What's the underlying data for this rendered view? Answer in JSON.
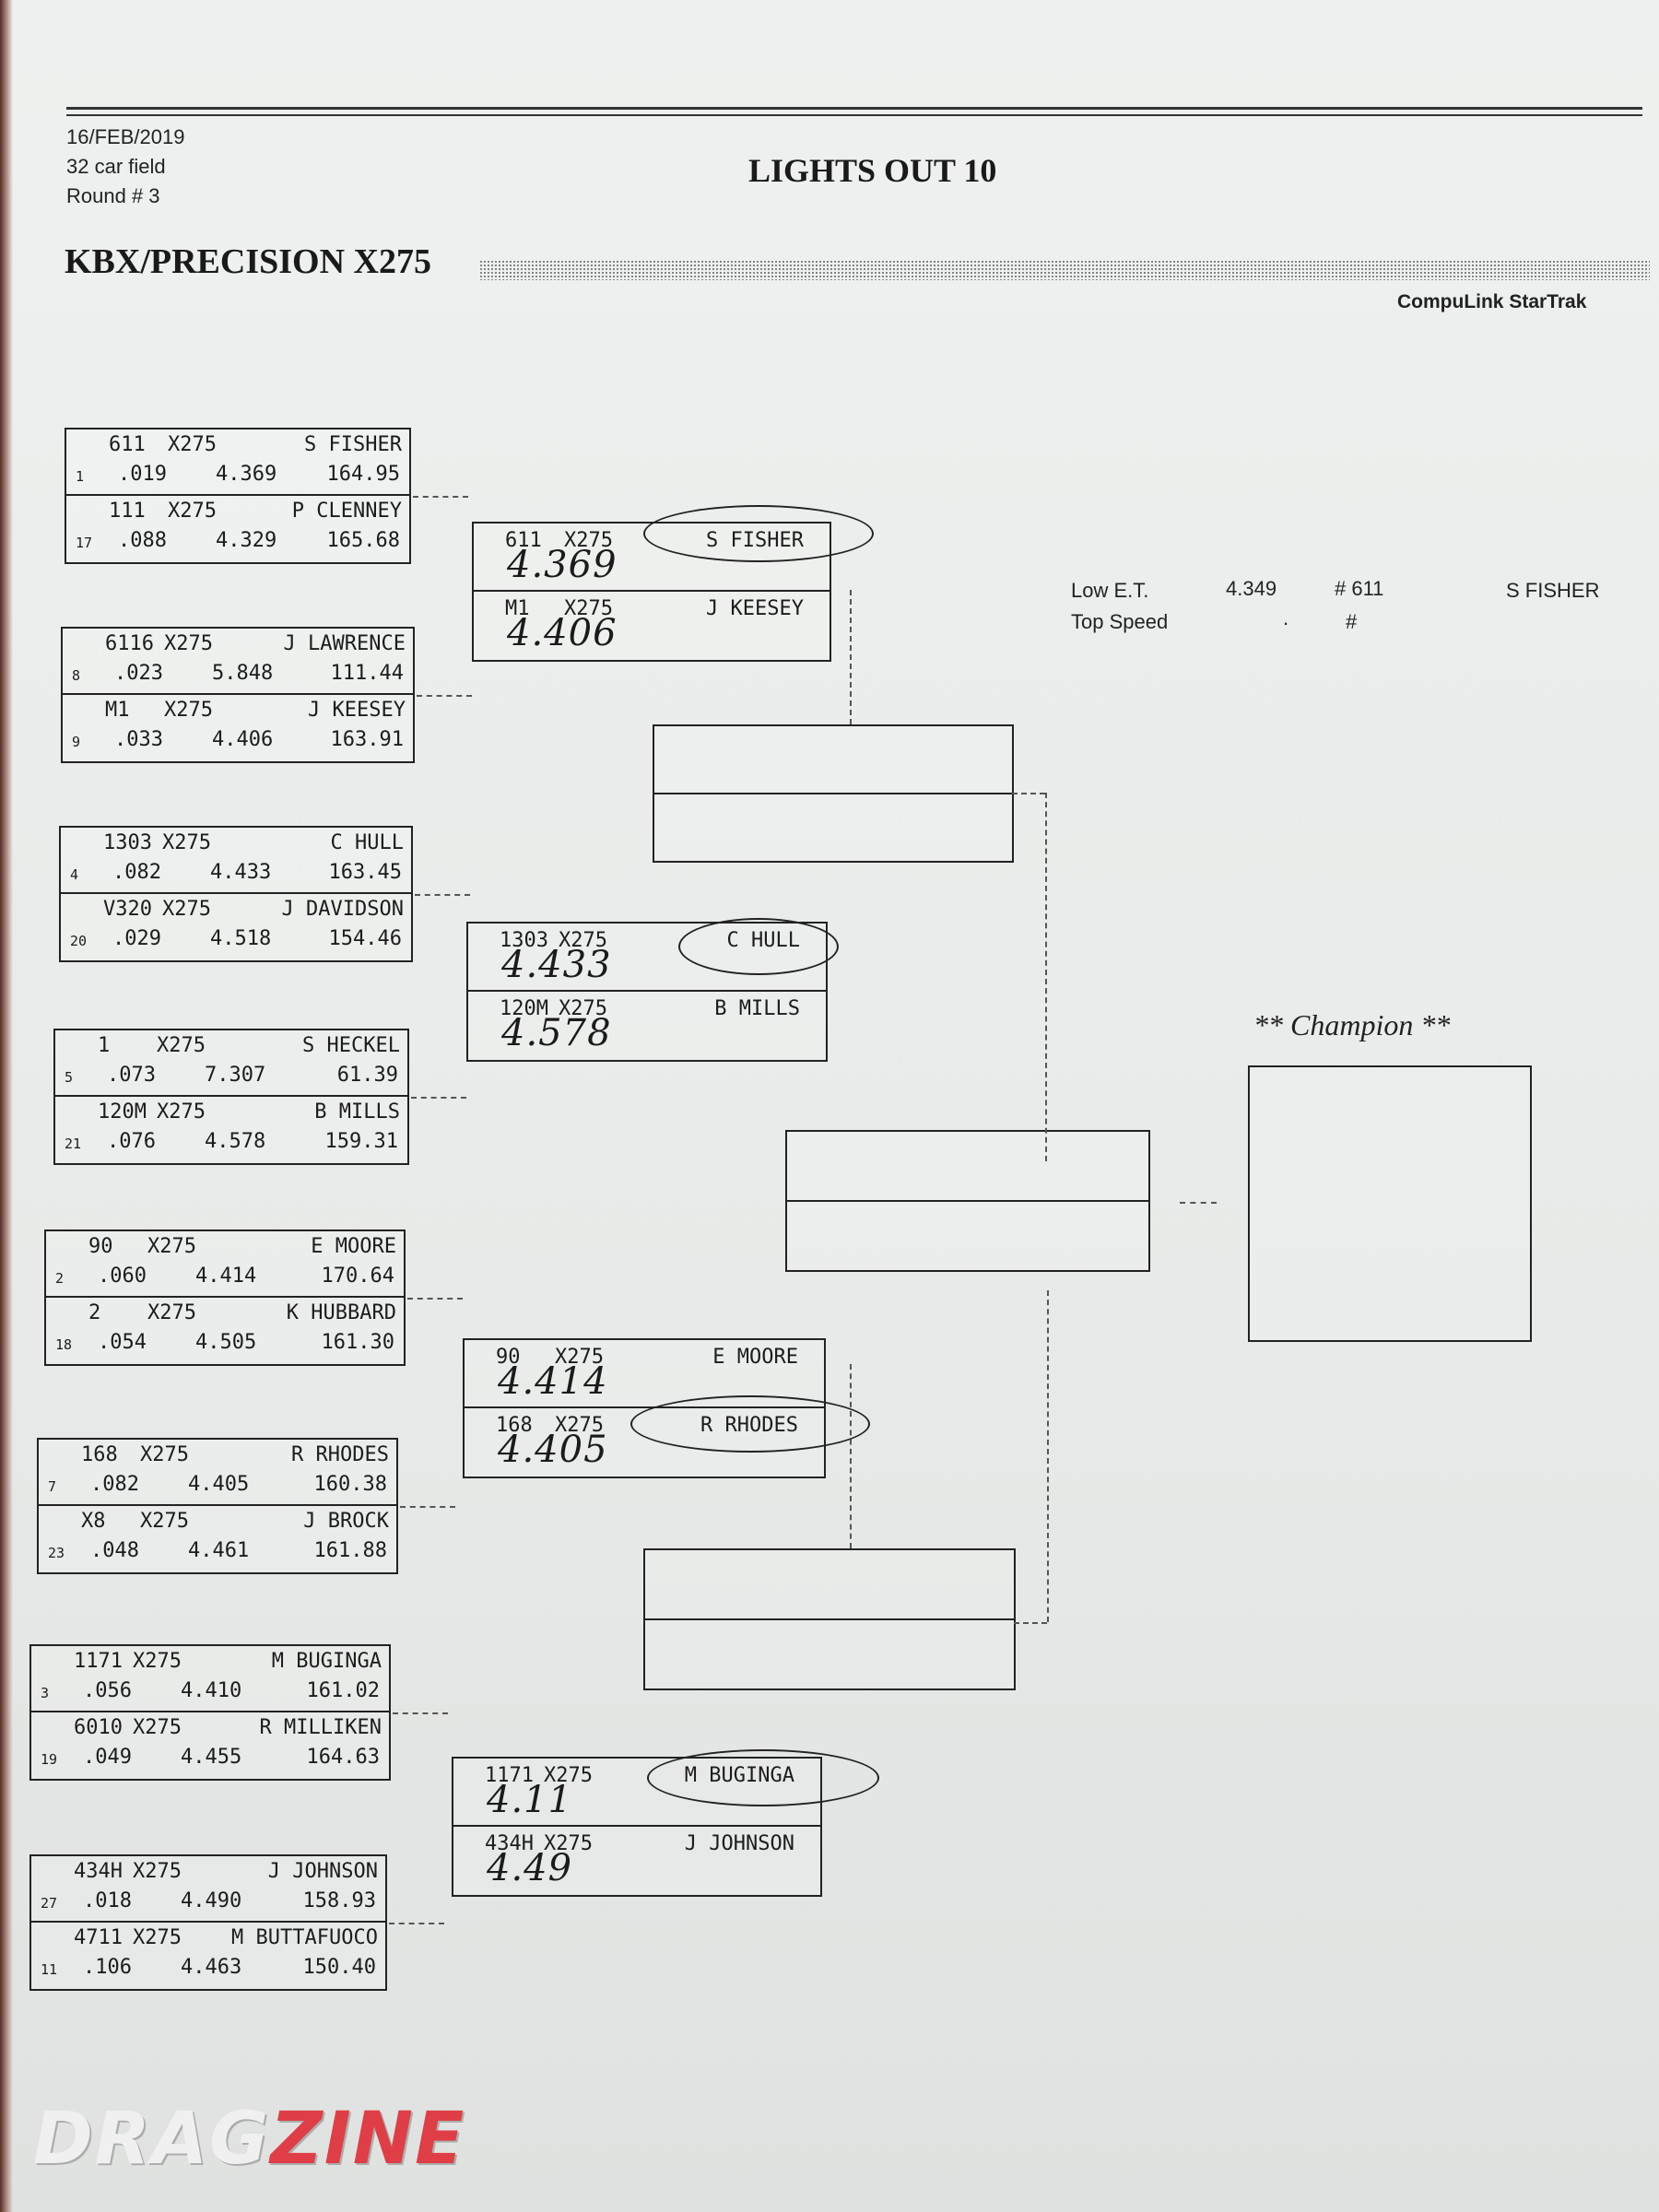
{
  "header": {
    "date": "16/FEB/2019",
    "field": "32 car field",
    "round": "Round # 3",
    "event_title": "LIGHTS OUT 10",
    "class_title": "KBX/PRECISION X275",
    "system": "CompuLink StarTrak"
  },
  "first_round": [
    {
      "top": {
        "car": "611",
        "class": "X275",
        "driver": "S FISHER",
        "seed": "1",
        "rt": ".019",
        "et": "4.369",
        "mph": "164.95"
      },
      "bottom": {
        "car": "111",
        "class": "X275",
        "driver": "P CLENNEY",
        "seed": "17",
        "rt": ".088",
        "et": "4.329",
        "mph": "165.68"
      }
    },
    {
      "top": {
        "car": "6116",
        "class": "X275",
        "driver": "J LAWRENCE",
        "seed": "8",
        "rt": ".023",
        "et": "5.848",
        "mph": "111.44"
      },
      "bottom": {
        "car": "M1",
        "class": "X275",
        "driver": "J KEESEY",
        "seed": "9",
        "rt": ".033",
        "et": "4.406",
        "mph": "163.91"
      }
    },
    {
      "top": {
        "car": "1303",
        "class": "X275",
        "driver": "C HULL",
        "seed": "4",
        "rt": ".082",
        "et": "4.433",
        "mph": "163.45"
      },
      "bottom": {
        "car": "V320",
        "class": "X275",
        "driver": "J DAVIDSON",
        "seed": "20",
        "rt": ".029",
        "et": "4.518",
        "mph": "154.46"
      }
    },
    {
      "top": {
        "car": "1",
        "class": "X275",
        "driver": "S HECKEL",
        "seed": "5",
        "rt": ".073",
        "et": "7.307",
        "mph": "61.39"
      },
      "bottom": {
        "car": "120M",
        "class": "X275",
        "driver": "B MILLS",
        "seed": "21",
        "rt": ".076",
        "et": "4.578",
        "mph": "159.31"
      }
    },
    {
      "top": {
        "car": "90",
        "class": "X275",
        "driver": "E MOORE",
        "seed": "2",
        "rt": ".060",
        "et": "4.414",
        "mph": "170.64"
      },
      "bottom": {
        "car": "2",
        "class": "X275",
        "driver": "K HUBBARD",
        "seed": "18",
        "rt": ".054",
        "et": "4.505",
        "mph": "161.30"
      }
    },
    {
      "top": {
        "car": "168",
        "class": "X275",
        "driver": "R RHODES",
        "seed": "7",
        "rt": ".082",
        "et": "4.405",
        "mph": "160.38"
      },
      "bottom": {
        "car": "X8",
        "class": "X275",
        "driver": "J BROCK",
        "seed": "23",
        "rt": ".048",
        "et": "4.461",
        "mph": "161.88"
      }
    },
    {
      "top": {
        "car": "1171",
        "class": "X275",
        "driver": "M BUGINGA",
        "seed": "3",
        "rt": ".056",
        "et": "4.410",
        "mph": "161.02"
      },
      "bottom": {
        "car": "6010",
        "class": "X275",
        "driver": "R MILLIKEN",
        "seed": "19",
        "rt": ".049",
        "et": "4.455",
        "mph": "164.63"
      }
    },
    {
      "top": {
        "car": "434H",
        "class": "X275",
        "driver": "J JOHNSON",
        "seed": "27",
        "rt": ".018",
        "et": "4.490",
        "mph": "158.93"
      },
      "bottom": {
        "car": "4711",
        "class": "X275",
        "driver": "M BUTTAFUOCO",
        "seed": "11",
        "rt": ".106",
        "et": "4.463",
        "mph": "150.40"
      }
    }
  ],
  "quarterfinals": [
    {
      "top": {
        "car": "611",
        "class": "X275",
        "driver": "S FISHER",
        "hand": "4.369"
      },
      "bottom": {
        "car": "M1",
        "class": "X275",
        "driver": "J KEESEY",
        "hand": "4.406"
      }
    },
    {
      "top": {
        "car": "1303",
        "class": "X275",
        "driver": "C HULL",
        "hand": "4.433"
      },
      "bottom": {
        "car": "120M",
        "class": "X275",
        "driver": "B MILLS",
        "hand": "4.578"
      }
    },
    {
      "top": {
        "car": "90",
        "class": "X275",
        "driver": "E MOORE",
        "hand": "4.414"
      },
      "bottom": {
        "car": "168",
        "class": "X275",
        "driver": "R RHODES",
        "hand": "4.405"
      }
    },
    {
      "top": {
        "car": "1171",
        "class": "X275",
        "driver": "M BUGINGA",
        "hand": "4.11"
      },
      "bottom": {
        "car": "434H",
        "class": "X275",
        "driver": "J JOHNSON",
        "hand": "4.49"
      }
    }
  ],
  "stats": {
    "low_et_label": "Low  E.T.",
    "low_et_value": "4.349",
    "low_et_car": "# 611",
    "low_et_driver": "S FISHER",
    "top_speed_label": "Top Speed",
    "top_speed_value": ".",
    "top_speed_car": "#"
  },
  "champion_label": "** Champion **",
  "logo": {
    "part1": "DRAG",
    "part2": "ZINE"
  }
}
